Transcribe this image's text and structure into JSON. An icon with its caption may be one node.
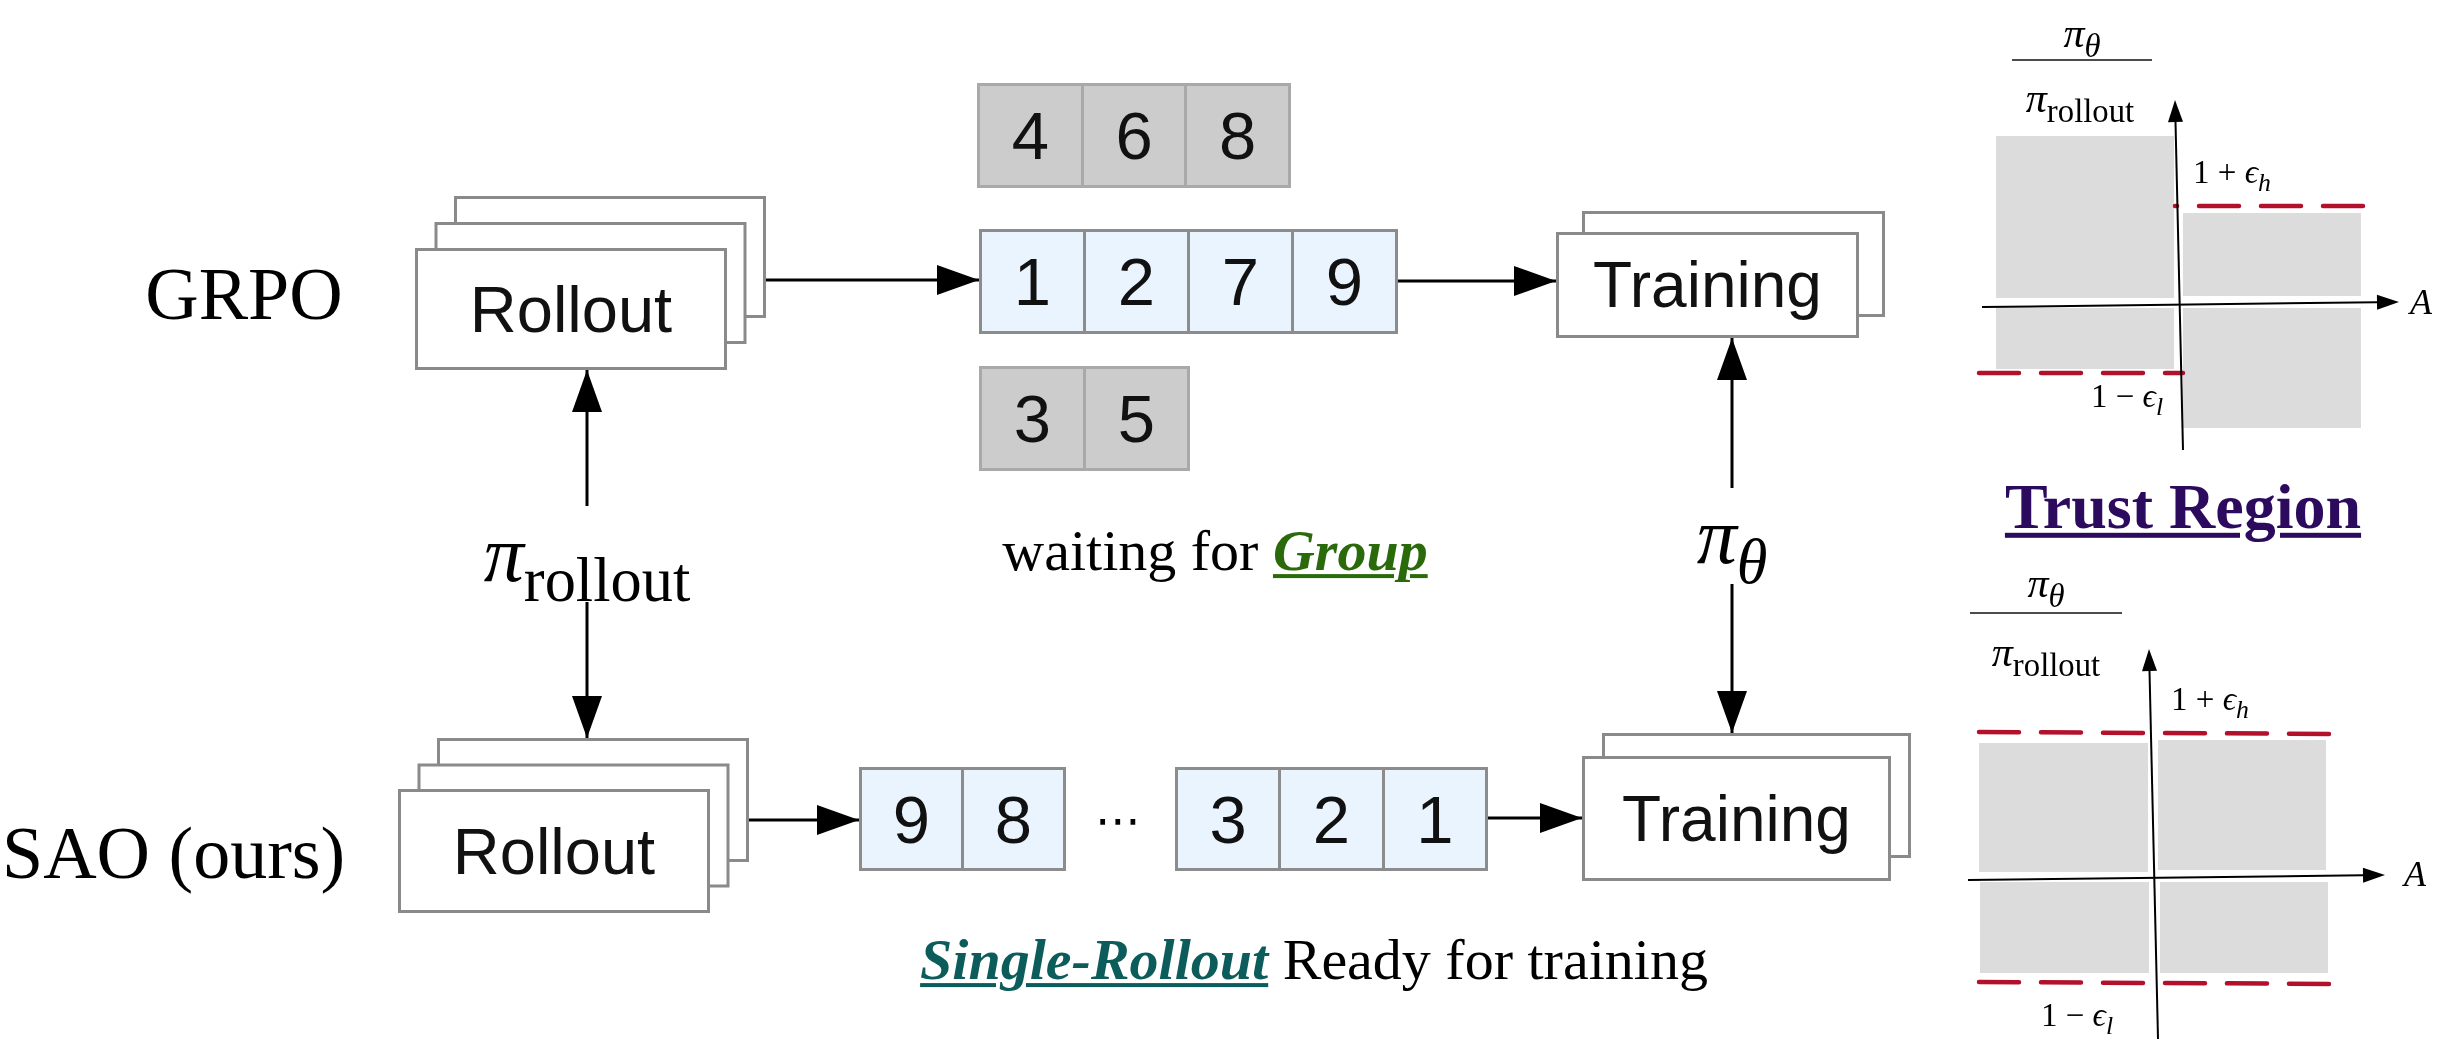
{
  "diagram": {
    "nodes": [
      {
        "text": [
          "Rollout"
        ]
      },
      {
        "text": [],
        "shape": "box"
      },
      {
        "text": [
          "4"
        ],
        "in": 1
      },
      {
        "text": [
          "6"
        ],
        "in": 1
      },
      {
        "text": [
          "8"
        ],
        "in": 1
      },
      {
        "text": [],
        "shape": "box"
      },
      {
        "text": [
          "1"
        ],
        "in": 5
      },
      {
        "text": [
          "2"
        ],
        "in": 5
      },
      {
        "text": [
          "7"
        ],
        "in": 5
      },
      {
        "text": [
          "9"
        ],
        "in": 5
      },
      {
        "text": [],
        "shape": "box"
      },
      {
        "text": [
          "3"
        ],
        "in": 10
      },
      {
        "text": [
          "5"
        ],
        "in": 10
      },
      {
        "text": [
          "Training"
        ]
      },
      {
        "text": [
          "Rollout"
        ]
      },
      {
        "text": [],
        "shape": "box"
      },
      {
        "text": [
          "9"
        ],
        "in": 15
      },
      {
        "text": [
          "8"
        ],
        "in": 15
      },
      {
        "text": [],
        "shape": "box"
      },
      {
        "text": [
          "3"
        ],
        "in": 18
      },
      {
        "text": [
          "2"
        ],
        "in": 18
      },
      {
        "text": [
          "1"
        ],
        "in": 18
      },
      {
        "text": [
          "Training"
        ]
      }
    ],
    "edges": [
      {
        "from": 0,
        "to": 5,
        "arrow": "to"
      },
      {
        "from": 5,
        "to": 13,
        "arrow": "to"
      },
      {
        "from": 14,
        "to": 15,
        "arrow": "to"
      },
      {
        "from": 18,
        "to": 22,
        "arrow": "to"
      },
      {
        "from": 0,
        "to": 14,
        "arrow": "both",
        "label": "*π*$_{rollout}$"
      },
      {
        "from": 13,
        "to": 22,
        "arrow": "both",
        "label": "*π*$_{θ}$"
      }
    ],
    "labels": [
      "GRPO",
      "waiting for **Group**",
      "SAO (ours)",
      "⋯",
      "**Single-Rollout** Ready for training",
      "*π*$_{θ}$",
      "*π*$_{rollout}$",
      "1 + *ϵ*$_{h}$",
      "A",
      "1 − *ϵ*$_{l}$",
      "Trust Region",
      "*π*$_{θ}$",
      "*π*$_{rollout}$",
      "1 + *ϵ*$_{h}$",
      "A",
      "1 − *ϵ*$_{l}$"
    ]
  }
}
